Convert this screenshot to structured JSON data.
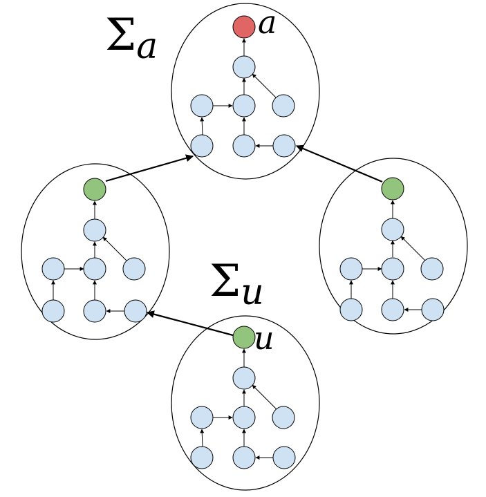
{
  "labels": {
    "sigma_a": {
      "symbol": "Σ",
      "subscript": "a"
    },
    "sigma_u": {
      "symbol": "Σ",
      "subscript": "u"
    },
    "node_a": "a",
    "node_u": "u"
  },
  "colors": {
    "node_fill": "#cfe2f3",
    "highlight_red": "#e06666",
    "highlight_green": "#93c47d",
    "stroke": "#000000"
  }
}
